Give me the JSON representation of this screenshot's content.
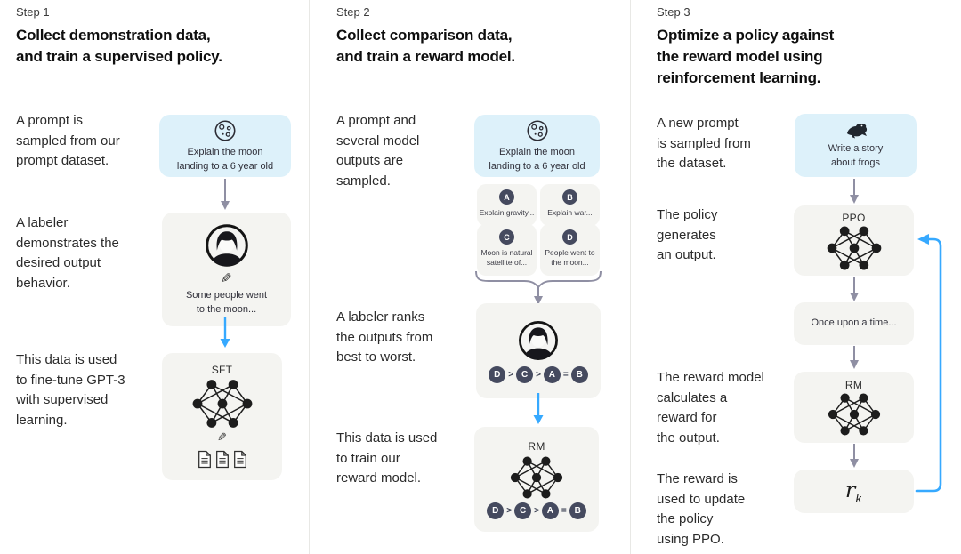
{
  "palette": {
    "accent_blue": "#36a9ff",
    "arrow_gray": "#8f8fa3",
    "card_gray": "#f4f4f1",
    "card_blue": "#ddf1fa",
    "badge_dark": "#454a5f"
  },
  "step1": {
    "label": "Step 1",
    "title": "Collect demonstration data,\nand train a supervised policy.",
    "caption_prompt": "A prompt is\nsampled from our\nprompt dataset.",
    "caption_labeler": "A labeler\ndemonstrates the\ndesired output\nbehavior.",
    "caption_data": "This data is used\nto fine-tune GPT-3\nwith supervised\nlearning.",
    "prompt_card": "Explain the moon\nlanding to a 6 year old",
    "labeler_card": "Some people went\nto the moon...",
    "model_card": "SFT"
  },
  "step2": {
    "label": "Step 2",
    "title": "Collect comparison data,\nand train a reward model.",
    "caption_prompt": "A prompt and\nseveral model\noutputs are\nsampled.",
    "caption_labeler": "A labeler ranks\nthe outputs from\nbest to worst.",
    "caption_data": "This data is used\nto train our\nreward model.",
    "prompt_card": "Explain the moon\nlanding to a 6 year old",
    "outputs": [
      {
        "letter": "A",
        "text": "Explain gravity..."
      },
      {
        "letter": "B",
        "text": "Explain war..."
      },
      {
        "letter": "C",
        "text": "Moon is natural\nsatellite of..."
      },
      {
        "letter": "D",
        "text": "People went to\nthe moon..."
      }
    ],
    "ranking": {
      "letters": [
        "D",
        "C",
        "A",
        "B"
      ],
      "separators": [
        ">",
        ">",
        "="
      ]
    },
    "model_card": "RM"
  },
  "step3": {
    "label": "Step 3",
    "title": "Optimize a policy against\nthe reward model using\nreinforcement learning.",
    "caption_prompt": "A new prompt\nis sampled from\nthe dataset.",
    "caption_policy": "The policy\ngenerates\nan output.",
    "caption_rm": "The reward model\ncalculates a\nreward for\nthe output.",
    "caption_reward": "The reward is\nused to update\nthe policy\nusing PPO.",
    "prompt_card": "Write a story\nabout frogs",
    "policy_card": "PPO",
    "output_card": "Once upon a time...",
    "rm_card": "RM",
    "reward_base": "r",
    "reward_sub": "k"
  }
}
